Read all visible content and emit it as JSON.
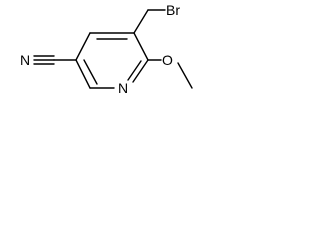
{
  "molecule": {
    "atoms": {
      "bromine": "Br",
      "cyano_nitrogen": "N",
      "methoxy_oxygen": "O",
      "ring_nitrogen": "N"
    },
    "colors": {
      "bond": "#000000",
      "label": "#000000",
      "background": "#ffffff"
    }
  }
}
